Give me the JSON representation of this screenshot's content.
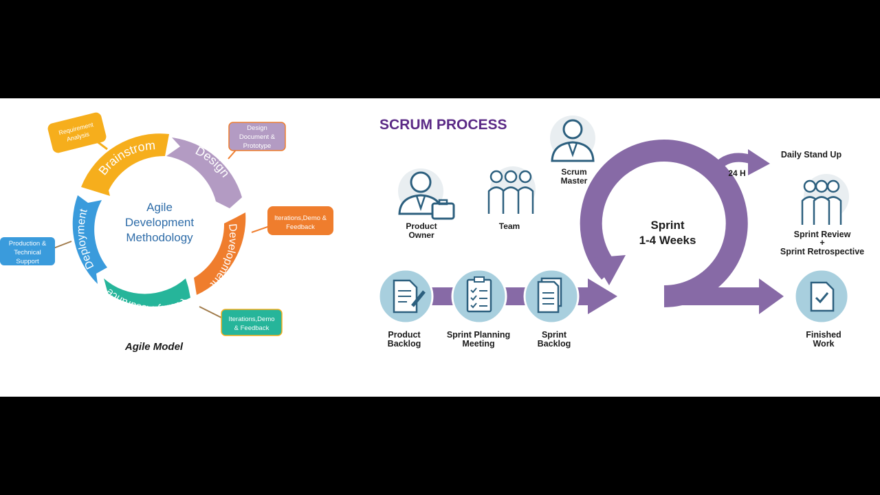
{
  "agile": {
    "center_lines": [
      "Agile",
      "Development",
      "Methodology"
    ],
    "segments": {
      "brainstorm": "Brainstrom",
      "design": "Design",
      "development": "Development",
      "quality": "Quality Assurance",
      "deployment": "Deployment"
    },
    "callouts": {
      "requirement": [
        "Requirement",
        "Analysis"
      ],
      "design_doc": [
        "Design",
        "Document &",
        "Prototype"
      ],
      "iterations_1": [
        "Iterations,Demo &",
        "Feedback"
      ],
      "iterations_2": [
        "Iterations,Demo",
        "& Feedback"
      ],
      "production": [
        "Production &",
        "Technical",
        "Support"
      ]
    },
    "caption": "Agile Model",
    "colors": {
      "brainstorm": "#f6ae1c",
      "design": "#b39bc3",
      "development": "#ef7d2d",
      "quality": "#26b59a",
      "deployment": "#3a9bdc"
    }
  },
  "scrum": {
    "title": "SCRUM PROCESS",
    "roles": {
      "product_owner": [
        "Product",
        "Owner"
      ],
      "team": [
        "Team"
      ],
      "scrum_master": [
        "Scrum",
        "Master"
      ]
    },
    "sprint": [
      "Sprint",
      "1-4 Weeks"
    ],
    "daily": "24 H",
    "daily_stand_up": "Daily Stand Up",
    "review": [
      "Sprint Review",
      "+",
      "Sprint Retrospective"
    ],
    "steps": {
      "product_backlog": [
        "Product",
        "Backlog"
      ],
      "sprint_planning": [
        "Sprint Planning",
        "Meeting"
      ],
      "sprint_backlog": [
        "Sprint",
        "Backlog"
      ],
      "finished_work": [
        "Finished",
        "Work"
      ]
    },
    "colors": {
      "title": "#5b2a86",
      "arrow": "#876aa6",
      "circle": "#a8cfde",
      "icon": "#2c5f7e"
    }
  }
}
